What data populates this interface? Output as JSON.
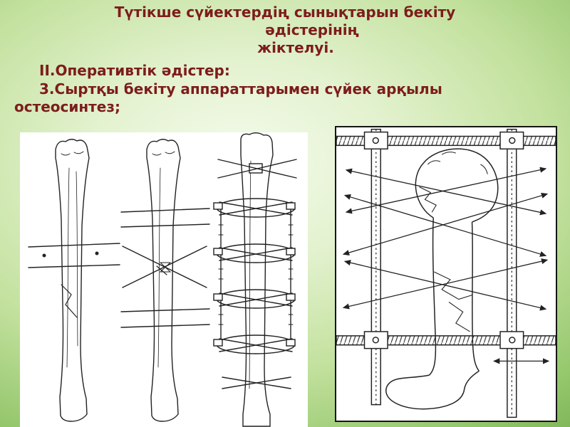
{
  "slide": {
    "title": {
      "line1": "Түтікше сүйектердің сынықтарын бекіту",
      "line2": "әдістерінің",
      "line3": "жіктелуі."
    },
    "body": {
      "line1": "II.Оперативтік әдістер:",
      "line2": "3.Сыртқы бекіту аппараттарымен сүйек арқылы",
      "line3": "остеосинтез;"
    },
    "colors": {
      "text": "#7d1c1c",
      "background_center": "#f5fbec",
      "background_edge": "#7ab053",
      "figure_background": "#ffffff",
      "drawing_line": "#222222"
    }
  }
}
